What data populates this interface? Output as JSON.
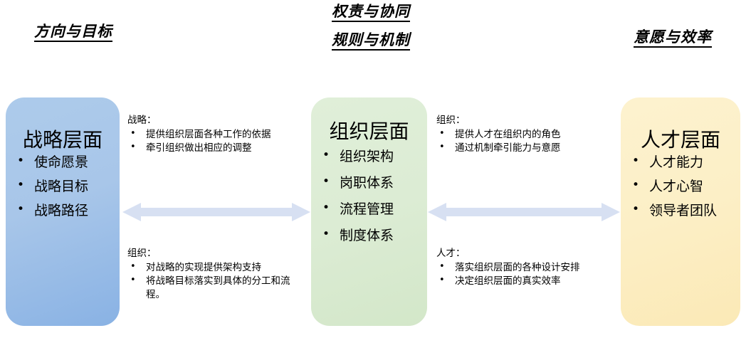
{
  "headings": {
    "left": "方向与目标",
    "middle_1": "权责与协同",
    "middle_2": "规则与机制",
    "right": "意愿与效率"
  },
  "boxes": [
    {
      "id": "strategy",
      "title": "战略层面",
      "color": "#a8c6e9",
      "items": [
        "使命愿景",
        "战略目标",
        "战略路径"
      ]
    },
    {
      "id": "organization",
      "title": "组织层面",
      "color": "#dcecd4",
      "items": [
        "组织架构",
        "岗职体系",
        "流程管理",
        "制度体系"
      ]
    },
    {
      "id": "talent",
      "title": "人才层面",
      "color": "#fcefc6",
      "items": [
        "人才能力",
        "人才心智",
        "领导者团队"
      ]
    }
  ],
  "notes": [
    {
      "id": "strategy-top",
      "title": "战略：",
      "items": [
        "提供组织层面各种工作的依据",
        "牵引组织做出相应的调整"
      ]
    },
    {
      "id": "organization-bottom",
      "title": "组织：",
      "items": [
        "对战略的实现提供架构支持",
        "将战略目标落实到具体的分工和流程。"
      ]
    },
    {
      "id": "organization-top",
      "title": "组织：",
      "items": [
        "提供人才在组织内的角色",
        "通过机制牵引能力与意愿"
      ]
    },
    {
      "id": "talent-bottom",
      "title": "人才：",
      "items": [
        "落实组织层面的各种设计安排",
        "决定组织层面的真实效率"
      ]
    }
  ],
  "arrows": {
    "color": "#d7e0f2",
    "left_label": "strategy-organization-arrow",
    "right_label": "organization-talent-arrow"
  }
}
